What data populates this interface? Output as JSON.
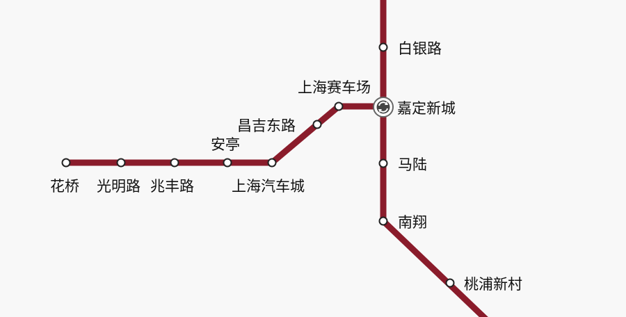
{
  "line": {
    "color": "#8a1c2b"
  },
  "interchange_icon": "transfer-arrows-icon",
  "stations": [
    {
      "id": "baiyinlu",
      "name": "白银路"
    },
    {
      "id": "jiadingxincheng",
      "name": "嘉定新城",
      "interchange": true
    },
    {
      "id": "shanghaisaichechang",
      "name": "上海赛车场"
    },
    {
      "id": "changjidonglu",
      "name": "昌吉东路"
    },
    {
      "id": "anting",
      "name": "安亭"
    },
    {
      "id": "shanghaiqichecheng",
      "name": "上海汽车城"
    },
    {
      "id": "zhaofenglu",
      "name": "兆丰路"
    },
    {
      "id": "guangminglu",
      "name": "光明路"
    },
    {
      "id": "huaqiao",
      "name": "花桥"
    },
    {
      "id": "malu",
      "name": "马陆"
    },
    {
      "id": "nanxiang",
      "name": "南翔"
    },
    {
      "id": "taopuxincun",
      "name": "桃浦新村"
    }
  ]
}
